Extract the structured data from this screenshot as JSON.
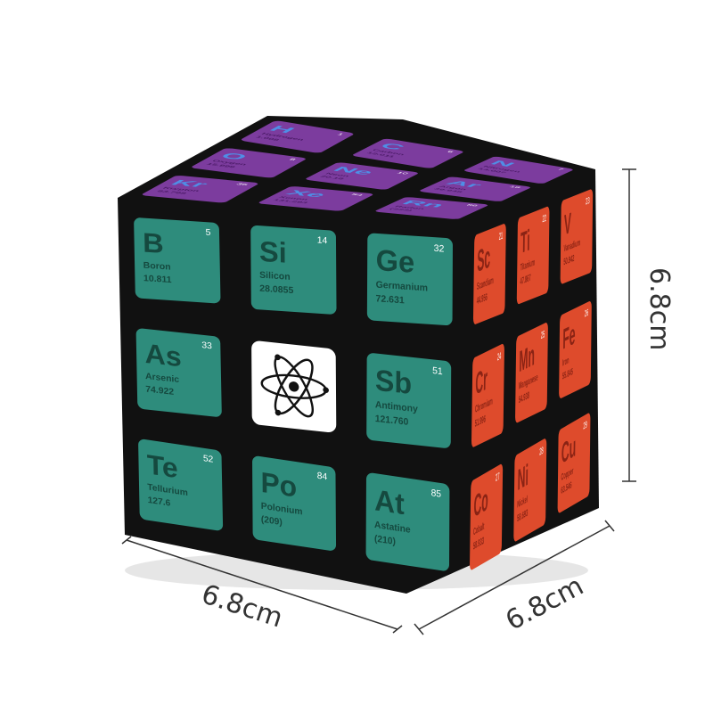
{
  "colors": {
    "teal": "#2e8c7c",
    "teal_text": "#15493f",
    "orange": "#de4b2c",
    "orange_text": "#8a2314",
    "purple": "#7c3c9e",
    "purple_text": "#4a1a66",
    "symbol_blue": "#4f8ee6",
    "cube_body": "#111111",
    "dimension_line": "#333333"
  },
  "dimensions": {
    "width": "6.8cm",
    "depth": "6.8cm",
    "height": "6.8cm"
  },
  "center_tile": {
    "icon": "atom-icon"
  },
  "front_face": [
    {
      "symbol": "B",
      "number": "5",
      "name": "Boron",
      "mass": "10.811"
    },
    {
      "symbol": "Si",
      "number": "14",
      "name": "Silicon",
      "mass": "28.0855"
    },
    {
      "symbol": "Ge",
      "number": "32",
      "name": "Germanium",
      "mass": "72.631"
    },
    {
      "symbol": "As",
      "number": "33",
      "name": "Arsenic",
      "mass": "74.922"
    },
    {
      "center": true
    },
    {
      "symbol": "Sb",
      "number": "51",
      "name": "Antimony",
      "mass": "121.760"
    },
    {
      "symbol": "Te",
      "number": "52",
      "name": "Tellurium",
      "mass": "127.6"
    },
    {
      "symbol": "Po",
      "number": "84",
      "name": "Polonium",
      "mass": "(209)"
    },
    {
      "symbol": "At",
      "number": "85",
      "name": "Astatine",
      "mass": "(210)"
    }
  ],
  "right_face": [
    {
      "symbol": "Sc",
      "number": "21",
      "name": "Scandium",
      "mass": "44.956"
    },
    {
      "symbol": "Ti",
      "number": "22",
      "name": "Titanium",
      "mass": "47.867"
    },
    {
      "symbol": "V",
      "number": "23",
      "name": "Vanadium",
      "mass": "50.942"
    },
    {
      "symbol": "Cr",
      "number": "24",
      "name": "Chromium",
      "mass": "51.996"
    },
    {
      "symbol": "Mn",
      "number": "25",
      "name": "Manganese",
      "mass": "54.938"
    },
    {
      "symbol": "Fe",
      "number": "26",
      "name": "Iron",
      "mass": "55.845"
    },
    {
      "symbol": "Co",
      "number": "27",
      "name": "Cobalt",
      "mass": "58.933"
    },
    {
      "symbol": "Ni",
      "number": "28",
      "name": "Nickel",
      "mass": "58.693"
    },
    {
      "symbol": "Cu",
      "number": "29",
      "name": "Copper",
      "mass": "63.546"
    }
  ],
  "top_face": [
    {
      "symbol": "H",
      "number": "1",
      "name": "Hydrogen",
      "mass": "1.008"
    },
    {
      "symbol": "C",
      "number": "6",
      "name": "Carbon",
      "mass": "12.011"
    },
    {
      "symbol": "N",
      "number": "7",
      "name": "Nitrogen",
      "mass": "14.007"
    },
    {
      "symbol": "O",
      "number": "8",
      "name": "Oxygen",
      "mass": "15.999"
    },
    {
      "symbol": "Ne",
      "number": "10",
      "name": "Neon",
      "mass": "20.18"
    },
    {
      "symbol": "Ar",
      "number": "18",
      "name": "Argon",
      "mass": "39.948"
    },
    {
      "symbol": "Kr",
      "number": "36",
      "name": "Krypton",
      "mass": "83.798"
    },
    {
      "symbol": "Xe",
      "number": "54",
      "name": "Xenon",
      "mass": "131.293"
    },
    {
      "symbol": "Rn",
      "number": "86",
      "name": "Radon",
      "mass": "(222)"
    }
  ]
}
